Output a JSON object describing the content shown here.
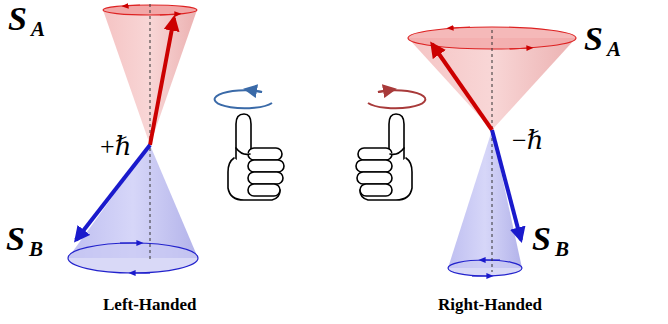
{
  "diagram": {
    "labels": [
      "S",
      "A",
      "S",
      "B",
      "+ℏ",
      "Left-Handed",
      "S",
      "A",
      "−ℏ",
      "S",
      "B",
      "Right-Handed"
    ]
  }
}
